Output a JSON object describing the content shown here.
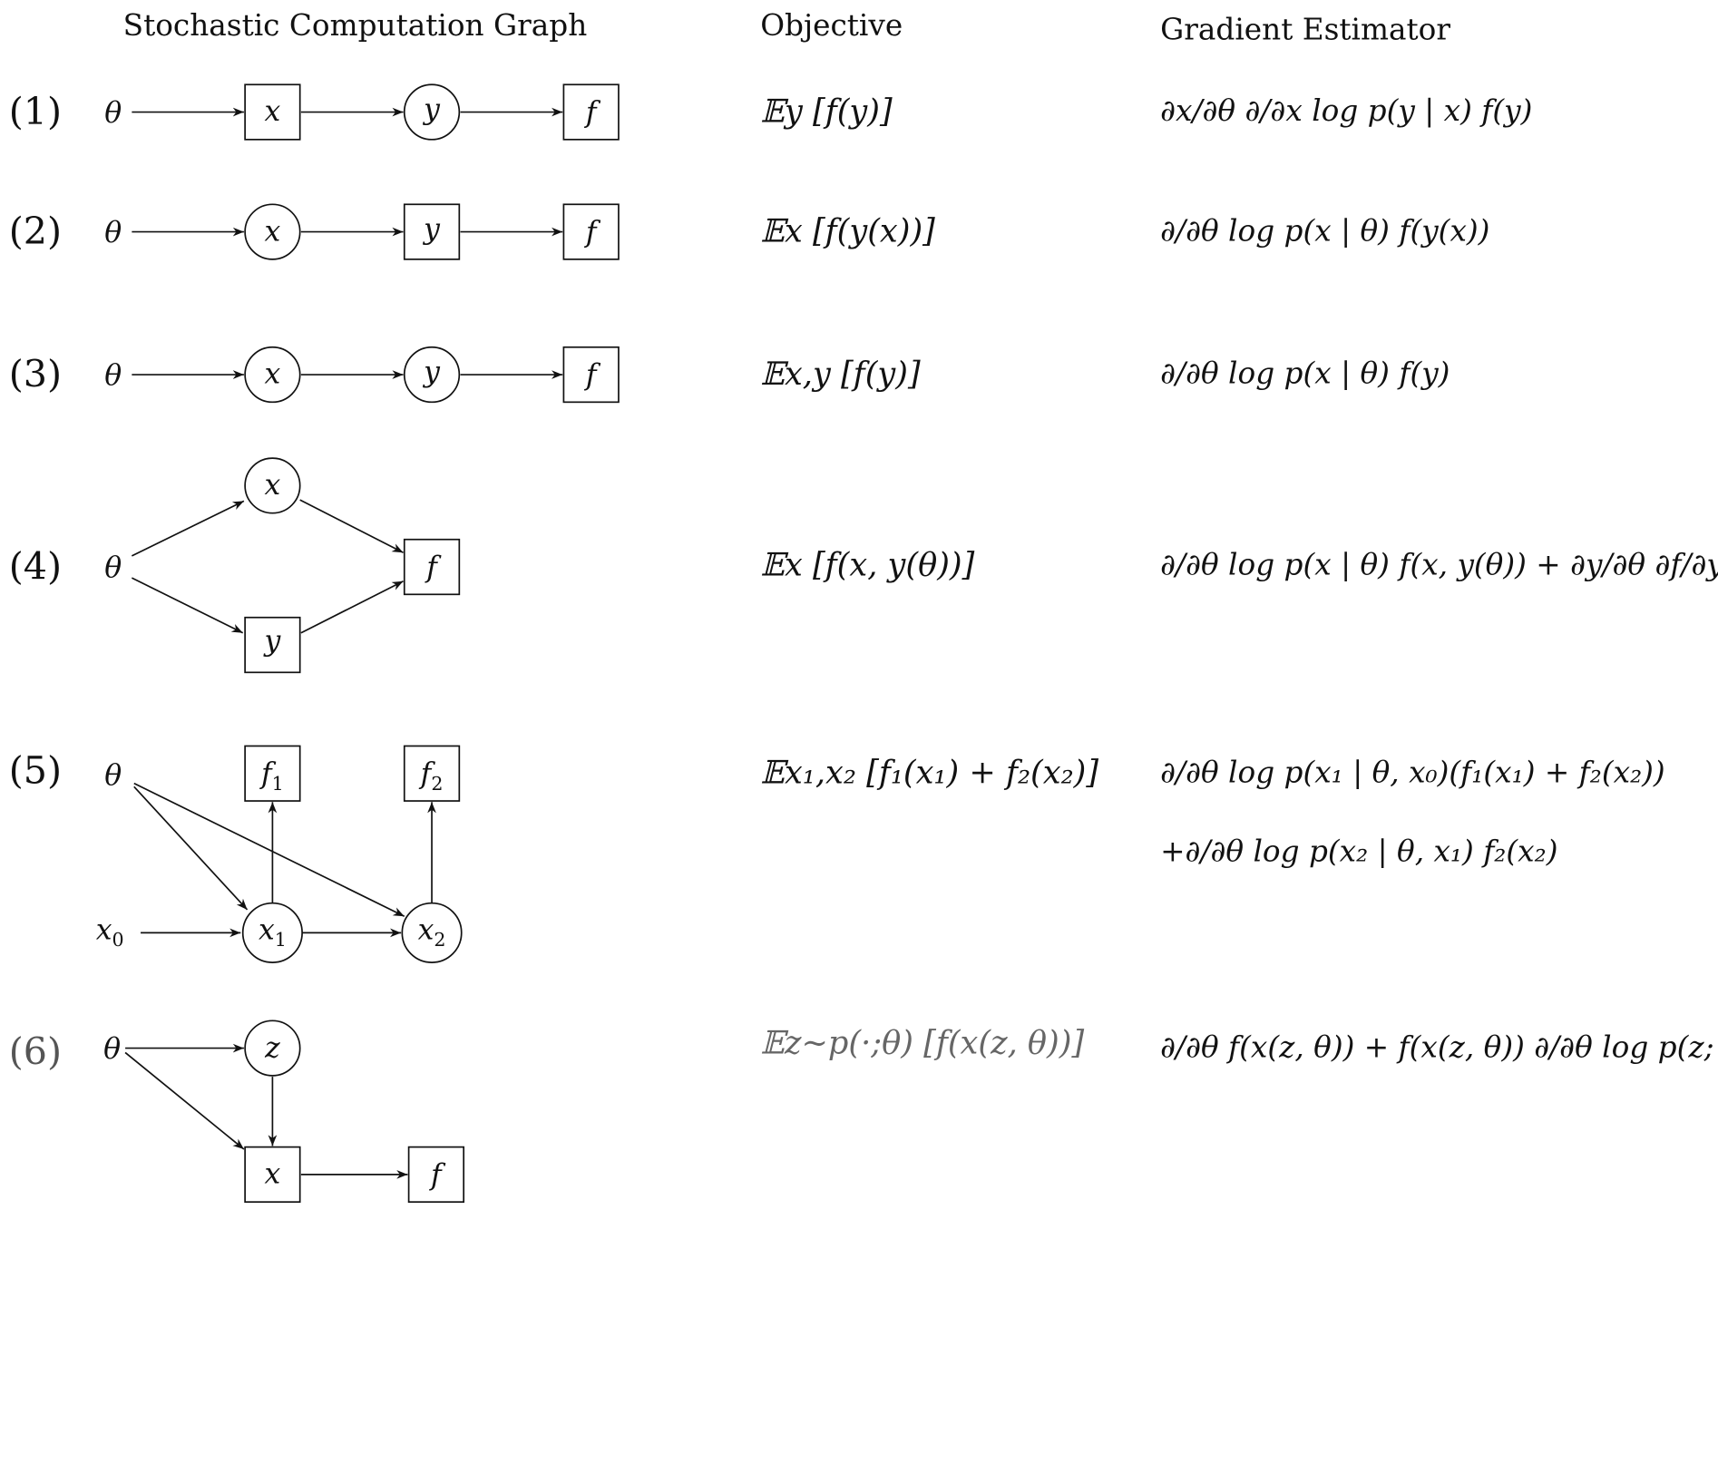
{
  "headers": {
    "graph": "Stochastic Computation Graph",
    "objective": "Objective",
    "estimator": "Gradient Estimator"
  },
  "rows": [
    {
      "label": "(1)",
      "objective": "𝔼y [f(y)]",
      "estimator": "∂x/∂θ ∂/∂x log p(y | x) f(y)"
    },
    {
      "label": "(2)",
      "objective": "𝔼x [f(y(x))]",
      "estimator": "∂/∂θ log p(x | θ) f(y(x))"
    },
    {
      "label": "(3)",
      "objective": "𝔼x,y [f(y)]",
      "estimator": "∂/∂θ log p(x | θ) f(y)"
    },
    {
      "label": "(4)",
      "objective": "𝔼x [f(x, y(θ))]",
      "estimator": "∂/∂θ log p(x | θ) f(x, y(θ)) + ∂y/∂θ ∂f/∂y"
    },
    {
      "label": "(5)",
      "objective": "𝔼x₁,x₂ [f₁(x₁) + f₂(x₂)]",
      "estimator": "∂/∂θ log p(x₁ | θ, x₀)(f₁(x₁) + f₂(x₂))",
      "estimator_line2": "+∂/∂θ log p(x₂ | θ, x₁) f₂(x₂)"
    },
    {
      "label": "(6)",
      "objective": "𝔼z∼p(·;θ) [f(x(z, θ))]",
      "estimator": "∂/∂θ f(x(z, θ)) + f(x(z, θ)) ∂/∂θ log p(z; θ)"
    }
  ],
  "node_labels": {
    "theta": "θ",
    "x": "x",
    "y": "y",
    "f": "f",
    "z": "z",
    "f1": "f1",
    "f2": "f2",
    "x0": "x0",
    "x1": "x1",
    "x2": "x2"
  }
}
